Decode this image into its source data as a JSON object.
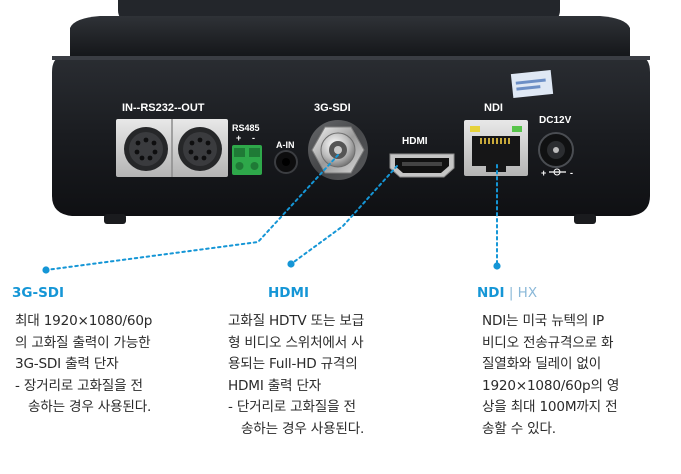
{
  "device_labels": {
    "rs232": "IN--RS232--OUT",
    "rs485": "RS485",
    "rs485_plus": "+",
    "rs485_minus": "-",
    "ain": "A-IN",
    "sdi": "3G-SDI",
    "hdmi": "HDMI",
    "ndi": "NDI",
    "dc": "DC12V",
    "dc_polarity_left": "+",
    "dc_polarity_right": "-"
  },
  "callouts": [
    {
      "title": "3G-SDI",
      "lines": [
        "최대 1920×1080/60p",
        "의 고화질 출력이 가능한",
        "3G-SDI 출력 단자",
        "- 장거리로 고화질을 전",
        "송하는 경우 사용된다."
      ]
    },
    {
      "title": "HDMI",
      "lines": [
        "고화질 HDTV 또는 보급",
        "형 비디오 스위처에서 사",
        "용되는 Full-HD 규격의",
        "HDMI 출력 단자",
        "- 단거리로 고화질을 전",
        "송하는 경우 사용된다."
      ]
    },
    {
      "title": "NDI",
      "title_sub": " | HX",
      "lines": [
        "NDI는 미국 뉴텍의 IP",
        "비디오 전송규격으로 화",
        "질열화와 딜레이 없이",
        "1920×1080/60p의 영",
        "상을 최대 100M까지 전",
        "송할 수 있다."
      ]
    }
  ],
  "colors": {
    "accent": "#1596d6",
    "body_text": "#2a2a2a",
    "device_body": "#1b1d21",
    "terminal_green": "#2ea84a"
  }
}
